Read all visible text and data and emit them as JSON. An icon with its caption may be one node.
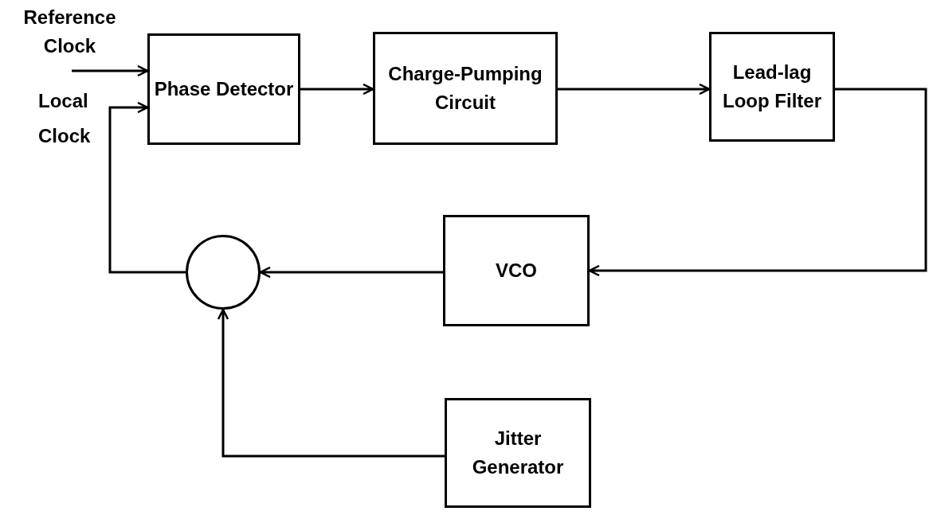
{
  "diagram": {
    "nodes": [
      {
        "text": [
          "Reference Clock"
        ]
      },
      {
        "text": [
          "Phase Detector"
        ]
      },
      {
        "text": [
          "Charge-Pumping Circuit"
        ]
      },
      {
        "text": [
          "Lead-lag Loop Filter"
        ]
      },
      {
        "text": [
          "VCO"
        ]
      },
      {
        "text": [],
        "shape": "circle"
      },
      {
        "text": [
          "Jitter Generator"
        ]
      }
    ],
    "edges": [
      {
        "from": 0,
        "to": 1,
        "arrow": "to"
      },
      {
        "from": 5,
        "to": 1,
        "arrow": "to"
      },
      {
        "from": 1,
        "to": 2,
        "arrow": "to"
      },
      {
        "from": 2,
        "to": 3,
        "arrow": "to"
      },
      {
        "from": 3,
        "to": 4,
        "arrow": "to"
      },
      {
        "from": 4,
        "to": 5,
        "arrow": "to"
      },
      {
        "from": 6,
        "to": 5,
        "arrow": "to"
      }
    ],
    "labels": [
      "Local Clock"
    ]
  }
}
